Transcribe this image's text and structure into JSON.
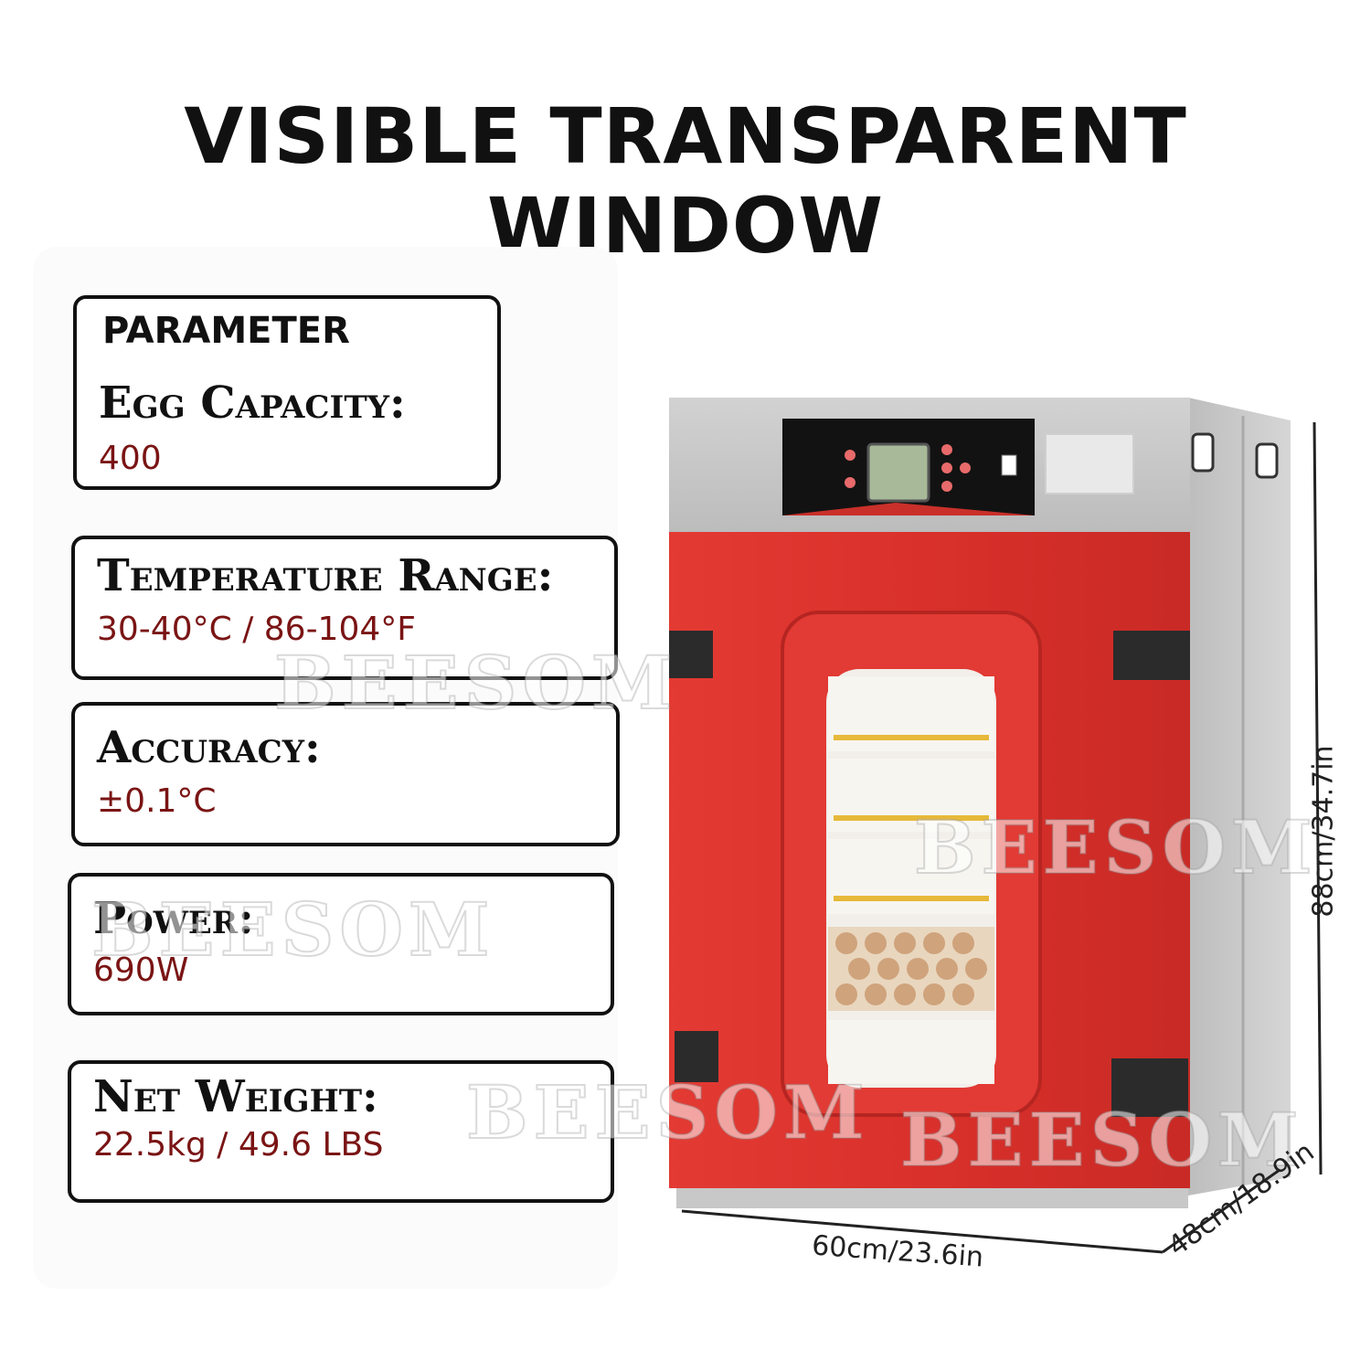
{
  "title": "VISIBLE TRANSPARENT WINDOW",
  "params": {
    "heading": "PARAMETER",
    "egg_capacity": {
      "label": "Egg Capacity:",
      "value": "400"
    },
    "temperature_range": {
      "label": "Temperature Range:",
      "value": "30-40°C / 86-104°F"
    },
    "accuracy": {
      "label": "Accuracy:",
      "value": "±0.1°C"
    },
    "power": {
      "label": "Power:",
      "value": "690W"
    },
    "net_weight": {
      "label": "Net Weight:",
      "value": "22.5kg / 49.6 LBS"
    }
  },
  "dimensions": {
    "width": "60cm/23.6in",
    "depth": "48cm/18.9in",
    "height": "88cm/34.7in"
  },
  "watermark": "BEESOM",
  "colors": {
    "accent": "#7a1414",
    "cabinet": "#dc2f2a",
    "frame": "#cfcfcf"
  }
}
